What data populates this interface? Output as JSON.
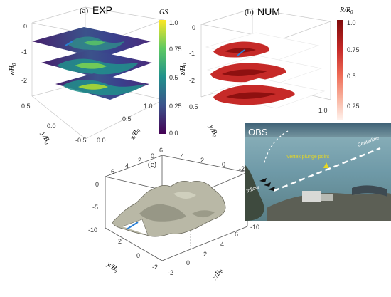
{
  "panel_a": {
    "tag": "(a)",
    "title": "EXP",
    "colorbar_label": "GS",
    "colorbar_ticks": [
      "1.0",
      "0.75",
      "0.5",
      "0.25",
      "0.0"
    ],
    "colorbar_colors": [
      "#fde725",
      "#5ec962",
      "#21918c",
      "#3b528b",
      "#440154"
    ],
    "z_label": "z/H",
    "z_sub": "0",
    "z_ticks": [
      "0",
      "-1",
      "-2"
    ],
    "y_label": "y/B",
    "y_sub": "0",
    "y_ticks": [
      "0.5",
      "0.0",
      "-0.5"
    ],
    "x_label": "x/B",
    "x_sub": "0",
    "x_ticks": [
      "1.0",
      "0.5",
      "0.0"
    ]
  },
  "panel_b": {
    "tag": "(b)",
    "title": "NUM",
    "colorbar_label": "R/R",
    "colorbar_sub": "0",
    "colorbar_ticks": [
      "1.0",
      "0.75",
      "0.5",
      "0.25"
    ],
    "colorbar_colors": [
      "#7f0a0a",
      "#c62a28",
      "#ee6a55",
      "#f9b7a3",
      "#fff1ec"
    ],
    "z_label": "z/H",
    "z_sub": "0",
    "z_ticks": [
      "0",
      "-1",
      "-2"
    ],
    "y_label": "y/B",
    "y_sub": "0",
    "y_ticks": [
      "0.5"
    ],
    "x_ticks": [
      "1.0"
    ]
  },
  "panel_c": {
    "tag": "(c)",
    "z_ticks": [
      "0",
      "-5",
      "-10"
    ],
    "back_ticks_left": [
      "6",
      "4",
      "2",
      "0"
    ],
    "back_ticks_right": [
      "6",
      "4",
      "2",
      "0",
      "-2"
    ],
    "right_ticks": [
      "-5",
      "-10"
    ],
    "y_label": "y/B",
    "y_sub": "0",
    "y_ticks": [
      "2",
      "0",
      "-2"
    ],
    "x_label": "x/B",
    "x_sub": "0",
    "x_ticks": [
      "6",
      "4",
      "2",
      "0",
      "-2"
    ]
  },
  "obs": {
    "title": "OBS",
    "plunge_label": "Vertex plunge point",
    "centerline_label": "Centerline",
    "inflow_label": "Inflow",
    "colors": {
      "water": "#6f9aa8",
      "line": "#ffffff",
      "marker": "#e8d820"
    }
  }
}
